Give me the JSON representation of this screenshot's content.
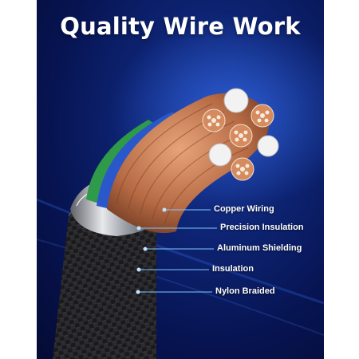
{
  "title": "Quality Wire Work",
  "callouts": [
    {
      "label": "Copper Wiring"
    },
    {
      "label": "Precision Insulation"
    },
    {
      "label": "Aluminum Shielding"
    },
    {
      "label": "Insulation"
    },
    {
      "label": "Nylon Braided"
    }
  ],
  "colors": {
    "background": "#0b1d63",
    "callout_line": "#7fc8ff",
    "copper": "#b56a43",
    "inner_insulation_blue": "#2a57c9",
    "inner_insulation_green": "#2f9a4a",
    "inner_insulation_red": "#c02a2a",
    "braid": "#1b1b1d"
  }
}
